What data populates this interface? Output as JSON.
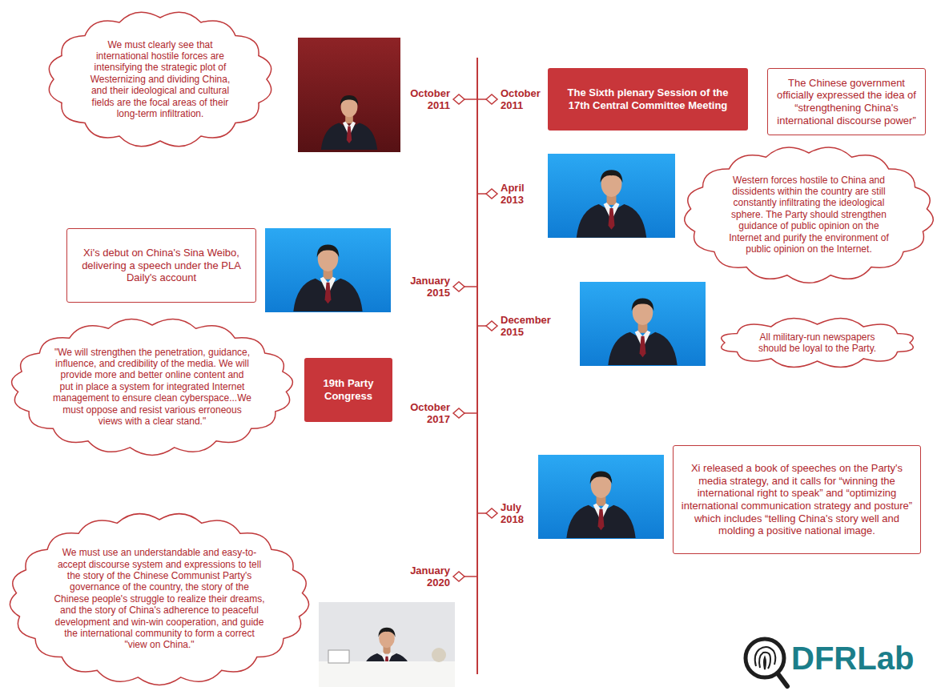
{
  "diagram": {
    "nodes": [
      {
        "text": [
          "We must clearly see that international hostile forces are intensifying the strategic plot of Westernizing and dividing China, and their ideological and cultural fields are the focal areas of their long-term infiltration."
        ]
      },
      {
        "text": [
          "The Sixth plenary Session of the 17th Central Committee Meeting"
        ]
      },
      {
        "text": [
          "The Chinese government officially expressed the idea of “strengthening China's international discourse power”"
        ]
      },
      {
        "text": [
          "Western forces hostile to China and dissidents within the country are still constantly infiltrating the ideological sphere. The Party should strengthen guidance of public opinion on the Internet and purify the environment of public opinion on the Internet."
        ]
      },
      {
        "text": [
          "Xi's debut on China's Sina Weibo, delivering a speech under the PLA Daily's account"
        ]
      },
      {
        "text": [
          "All military-run newspapers should be loyal to the Party."
        ]
      },
      {
        "text": [
          "\"We will strengthen the penetration, guidance, influence, and credibility of the media. We will provide more and better online content and put in place a system for integrated Internet management to ensure clean cyberspace...We must oppose and resist various erroneous views with a clear stand.\""
        ]
      },
      {
        "text": [
          "19th Party Congress"
        ]
      },
      {
        "text": [
          "Xi released a book of speeches on the Party's media strategy, and it calls for “winning the international right to speak” and “optimizing international communication strategy and posture” which includes “telling China's story well and molding a positive national image."
        ]
      },
      {
        "text": [
          "We must use an understandable and easy-to-accept discourse system and expressions to tell the story of the Chinese Communist Party's governance of the country, the story of the Chinese people's struggle to realize their dreams, and the story of China's adherence to peaceful development and win-win cooperation, and guide the international community to form a correct \"view on China.\""
        ]
      }
    ],
    "labels": [
      "October 2011",
      "October 2011",
      "April 2013",
      "January 2015",
      "December 2015",
      "October 2017",
      "July 2018",
      "January 2020",
      "DFRLab"
    ]
  }
}
